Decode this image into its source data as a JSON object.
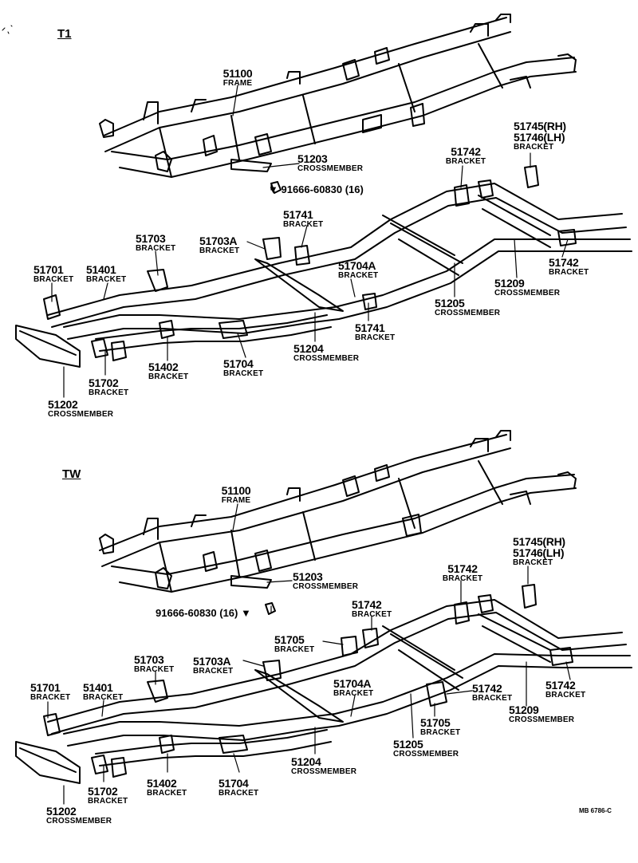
{
  "sections": {
    "t1": "T1",
    "tw": "TW"
  },
  "t1": {
    "frame": {
      "num": "51100",
      "name": "FRAME"
    },
    "crossmember_51203": {
      "num": "51203",
      "name": "CROSSMEMBER"
    },
    "bolt": "91666-60830 (16)",
    "bracket_51745": {
      "num": "51745(RH)",
      "num2": "51746(LH)",
      "name": "BRACKET"
    },
    "bracket_51742_top": {
      "num": "51742",
      "name": "BRACKET"
    },
    "bracket_51741_top": {
      "num": "51741",
      "name": "BRACKET"
    },
    "bracket_51703": {
      "num": "51703",
      "name": "BRACKET"
    },
    "bracket_51703a": {
      "num": "51703A",
      "name": "BRACKET"
    },
    "bracket_51701": {
      "num": "51701",
      "name": "BRACKET"
    },
    "bracket_51401": {
      "num": "51401",
      "name": "BRACKET"
    },
    "bracket_51704a": {
      "num": "51704A",
      "name": "BRACKET"
    },
    "bracket_51742_right": {
      "num": "51742",
      "name": "BRACKET"
    },
    "crossmember_51209": {
      "num": "51209",
      "name": "CROSSMEMBER"
    },
    "crossmember_51205": {
      "num": "51205",
      "name": "CROSSMEMBER"
    },
    "bracket_51741_bottom": {
      "num": "51741",
      "name": "BRACKET"
    },
    "crossmember_51204": {
      "num": "51204",
      "name": "CROSSMEMBER"
    },
    "bracket_51704": {
      "num": "51704",
      "name": "BRACKET"
    },
    "bracket_51402": {
      "num": "51402",
      "name": "BRACKET"
    },
    "bracket_51702": {
      "num": "51702",
      "name": "BRACKET"
    },
    "crossmember_51202": {
      "num": "51202",
      "name": "CROSSMEMBER"
    }
  },
  "tw": {
    "frame": {
      "num": "51100",
      "name": "FRAME"
    },
    "crossmember_51203": {
      "num": "51203",
      "name": "CROSSMEMBER"
    },
    "bolt": "91666-60830 (16)",
    "bracket_51745": {
      "num": "51745(RH)",
      "num2": "51746(LH)",
      "name": "BRACKET"
    },
    "bracket_51742_top": {
      "num": "51742",
      "name": "BRACKET"
    },
    "bracket_51742_mid": {
      "num": "51742",
      "name": "BRACKET"
    },
    "bracket_51705_top": {
      "num": "51705",
      "name": "BRACKET"
    },
    "bracket_51703": {
      "num": "51703",
      "name": "BRACKET"
    },
    "bracket_51703a": {
      "num": "51703A",
      "name": "BRACKET"
    },
    "bracket_51701": {
      "num": "51701",
      "name": "BRACKET"
    },
    "bracket_51401": {
      "num": "51401",
      "name": "BRACKET"
    },
    "bracket_51704a": {
      "num": "51704A",
      "name": "BRACKET"
    },
    "bracket_51742_center": {
      "num": "51742",
      "name": "BRACKET"
    },
    "bracket_51742_right": {
      "num": "51742",
      "name": "BRACKET"
    },
    "bracket_51705_bottom": {
      "num": "51705",
      "name": "BRACKET"
    },
    "crossmember_51205": {
      "num": "51205",
      "name": "CROSSMEMBER"
    },
    "crossmember_51209": {
      "num": "51209",
      "name": "CROSSMEMBER"
    },
    "crossmember_51204": {
      "num": "51204",
      "name": "CROSSMEMBER"
    },
    "bracket_51704": {
      "num": "51704",
      "name": "BRACKET"
    },
    "bracket_51402": {
      "num": "51402",
      "name": "BRACKET"
    },
    "bracket_51702": {
      "num": "51702",
      "name": "BRACKET"
    },
    "crossmember_51202": {
      "num": "51202",
      "name": "CROSSMEMBER"
    }
  },
  "footer_code": "MB 6786-C"
}
